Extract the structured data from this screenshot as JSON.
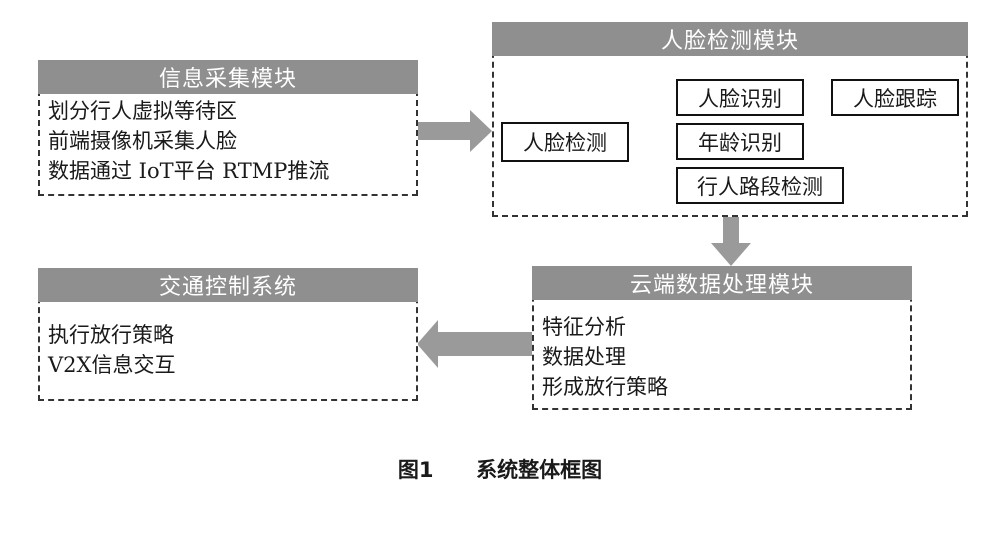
{
  "modules": {
    "info_collection": {
      "title": "信息采集模块",
      "lines": [
        "划分行人虚拟等待区",
        "前端摄像机采集人脸",
        "数据通过 IoT平台 RTMP推流"
      ]
    },
    "face_detection": {
      "title": "人脸检测模块",
      "nodes": {
        "detect": "人脸检测",
        "recognize": "人脸识别",
        "track": "人脸跟踪",
        "age": "年龄识别",
        "segment": "行人路段检测"
      }
    },
    "cloud_processing": {
      "title": "云端数据处理模块",
      "lines": [
        "特征分析",
        "数据处理",
        "形成放行策略"
      ]
    },
    "traffic_control": {
      "title": "交通控制系统",
      "lines": [
        "执行放行策略",
        "V2X信息交互"
      ]
    }
  },
  "caption": {
    "number": "图1",
    "text": "系统整体框图"
  },
  "colors": {
    "header_fill": "#8f8f8f",
    "arrow_fill": "#9a9a9a",
    "border": "#333333"
  }
}
